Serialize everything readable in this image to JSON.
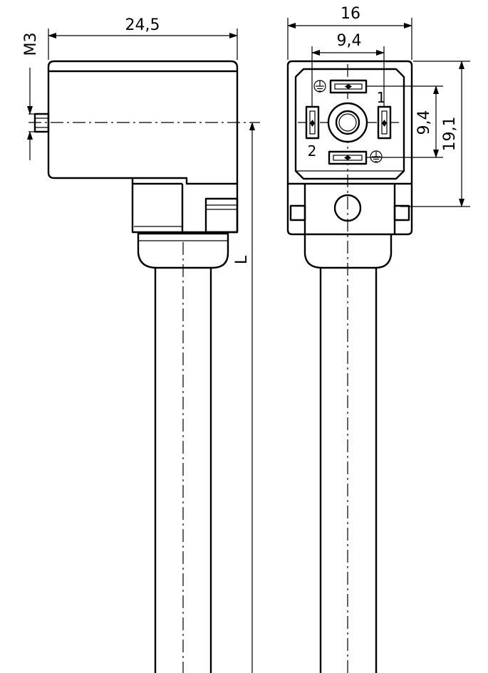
{
  "dimensions": {
    "side_length": "24,5",
    "thread": "M3",
    "cable_length": "L",
    "front_width": "16",
    "pin_spacing_h": "9,4",
    "pin_spacing_v": "9,4",
    "front_height": "19,1"
  },
  "pins": {
    "pin1": "1",
    "pin2": "2"
  }
}
